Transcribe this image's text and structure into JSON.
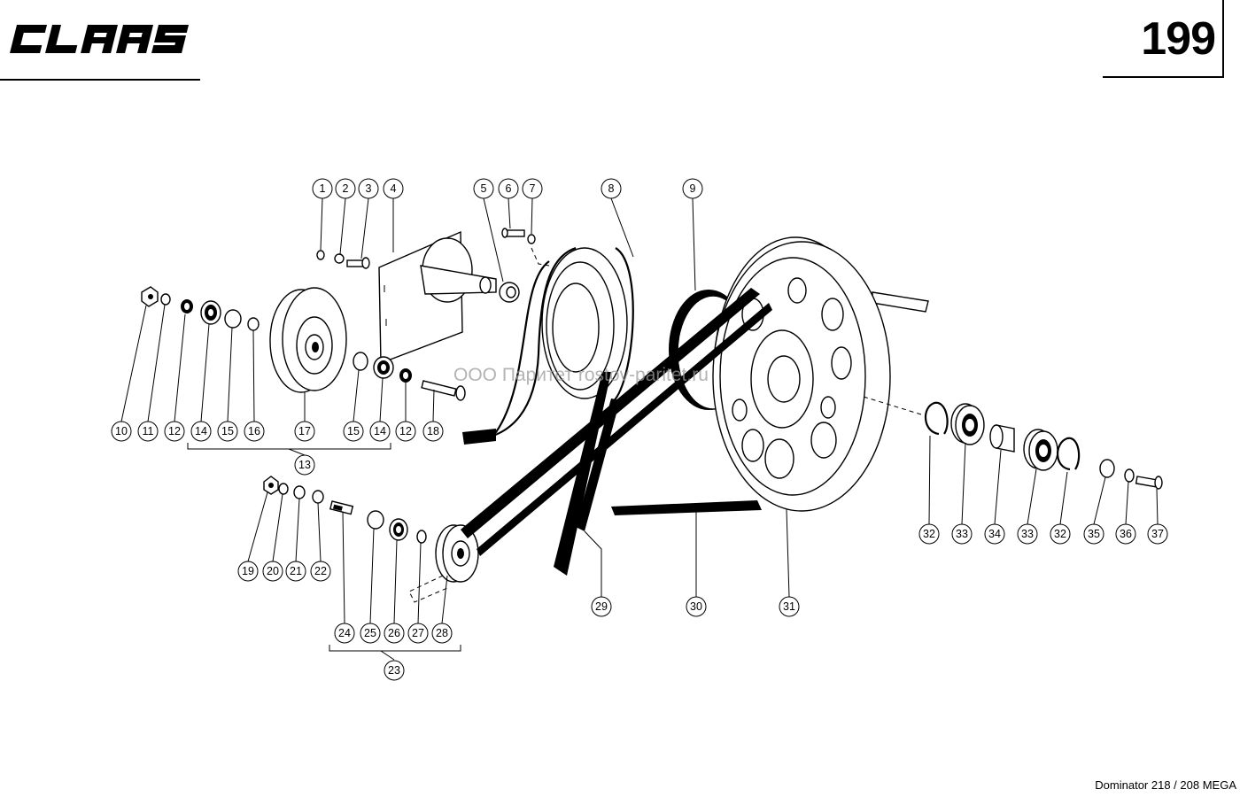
{
  "header": {
    "brand": "CLAAS",
    "page_number": "199"
  },
  "watermark": "ООО Паритет rostov-paritet.ru",
  "footer": {
    "model": "Dominator 218 / 208 MEGA"
  },
  "callouts": [
    "1",
    "2",
    "3",
    "4",
    "5",
    "6",
    "7",
    "8",
    "9",
    "10",
    "11",
    "12",
    "14",
    "15",
    "16",
    "17",
    "15",
    "14",
    "12",
    "18",
    "13",
    "19",
    "20",
    "21",
    "22",
    "24",
    "25",
    "26",
    "27",
    "28",
    "23",
    "29",
    "30",
    "31",
    "32",
    "33",
    "34",
    "33",
    "32",
    "35",
    "36",
    "37"
  ]
}
